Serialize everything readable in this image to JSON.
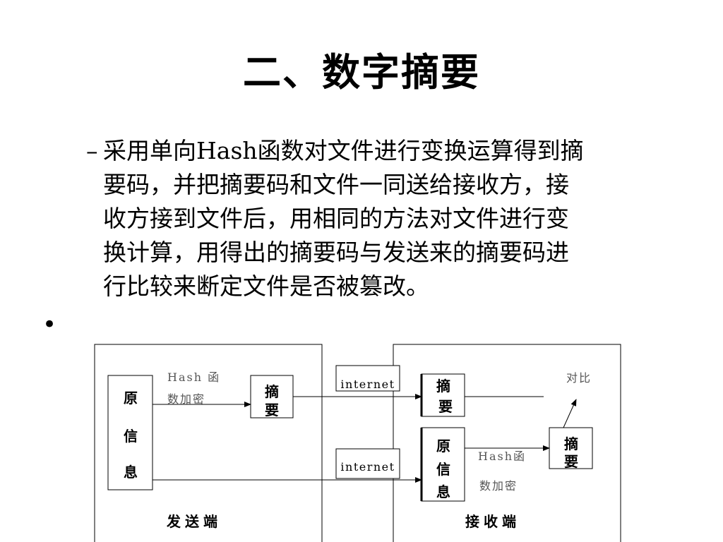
{
  "title": "二、数字摘要",
  "paragraph": {
    "dash": "–",
    "lines": [
      "采用单向Hash函数对文件进行变换运算得到摘",
      "要码，并把摘要码和文件一同送给接收方，接",
      "收方接到文件后，用相同的方法对文件进行变",
      "换计算，用得出的摘要码与发送来的摘要码进",
      "行比较来断定文件是否被篡改。"
    ]
  },
  "bullet": "•",
  "diagram": {
    "sender": {
      "original_info": [
        "原",
        "信",
        "息"
      ],
      "hash_label_1": "Hash 函",
      "hash_label_2": "数加密",
      "digest": [
        "摘",
        "要"
      ],
      "caption": "发送端"
    },
    "network": {
      "top": "internet",
      "bottom": "internet"
    },
    "receiver": {
      "digest_received": [
        "摘",
        "要"
      ],
      "original_info": [
        "原",
        "信",
        "息"
      ],
      "hash_label_1": "Hash函",
      "hash_label_2": "数加密",
      "digest_computed": [
        "摘",
        "要"
      ],
      "compare": "对比",
      "caption": "接收端"
    }
  }
}
